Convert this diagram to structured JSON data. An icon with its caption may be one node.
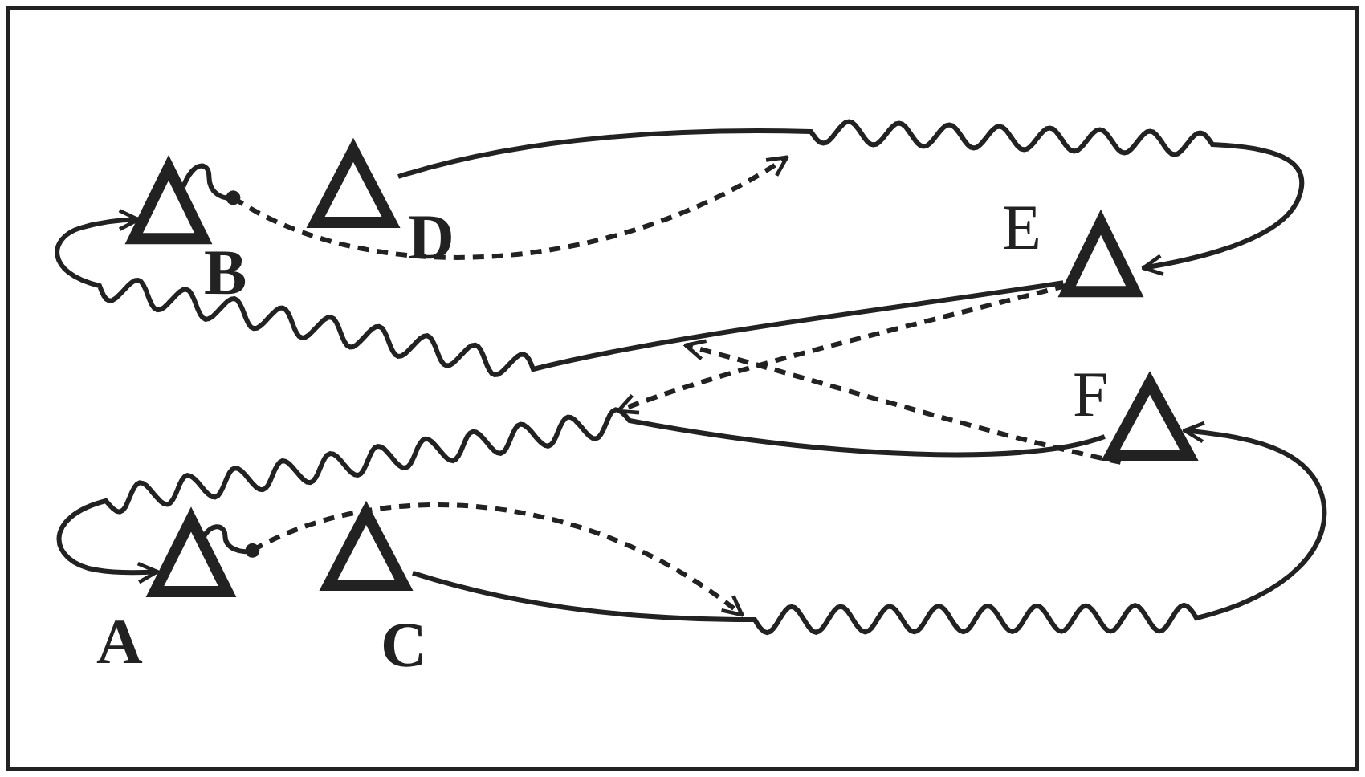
{
  "diagram": {
    "nodes": [
      {
        "text": [],
        "shape": "triangle",
        "beside": [
          "B"
        ]
      },
      {
        "text": [],
        "shape": "triangle",
        "beside": [
          "D"
        ]
      },
      {
        "text": [],
        "shape": "triangle",
        "beside": [
          "E"
        ]
      },
      {
        "text": [],
        "shape": "triangle",
        "beside": [
          "F"
        ]
      },
      {
        "text": [],
        "shape": "triangle",
        "beside": [
          "A"
        ]
      },
      {
        "text": [],
        "shape": "triangle",
        "beside": [
          "C"
        ]
      }
    ],
    "edges": [
      {
        "from": 1,
        "to": 2,
        "arrow": "to"
      },
      {
        "from": 2,
        "to": 0,
        "arrow": "to"
      },
      {
        "from": 3,
        "to": 4,
        "arrow": "to"
      },
      {
        "from": 5,
        "to": 3,
        "arrow": "to"
      },
      {
        "from": 0,
        "to": null,
        "arrow": "to",
        "style": "dashed"
      },
      {
        "from": 4,
        "to": null,
        "arrow": "to",
        "style": "dashed"
      },
      {
        "from": 2,
        "to": null,
        "arrow": "to",
        "style": "dashed"
      },
      {
        "from": 3,
        "to": null,
        "arrow": "to",
        "style": "dashed"
      }
    ]
  }
}
